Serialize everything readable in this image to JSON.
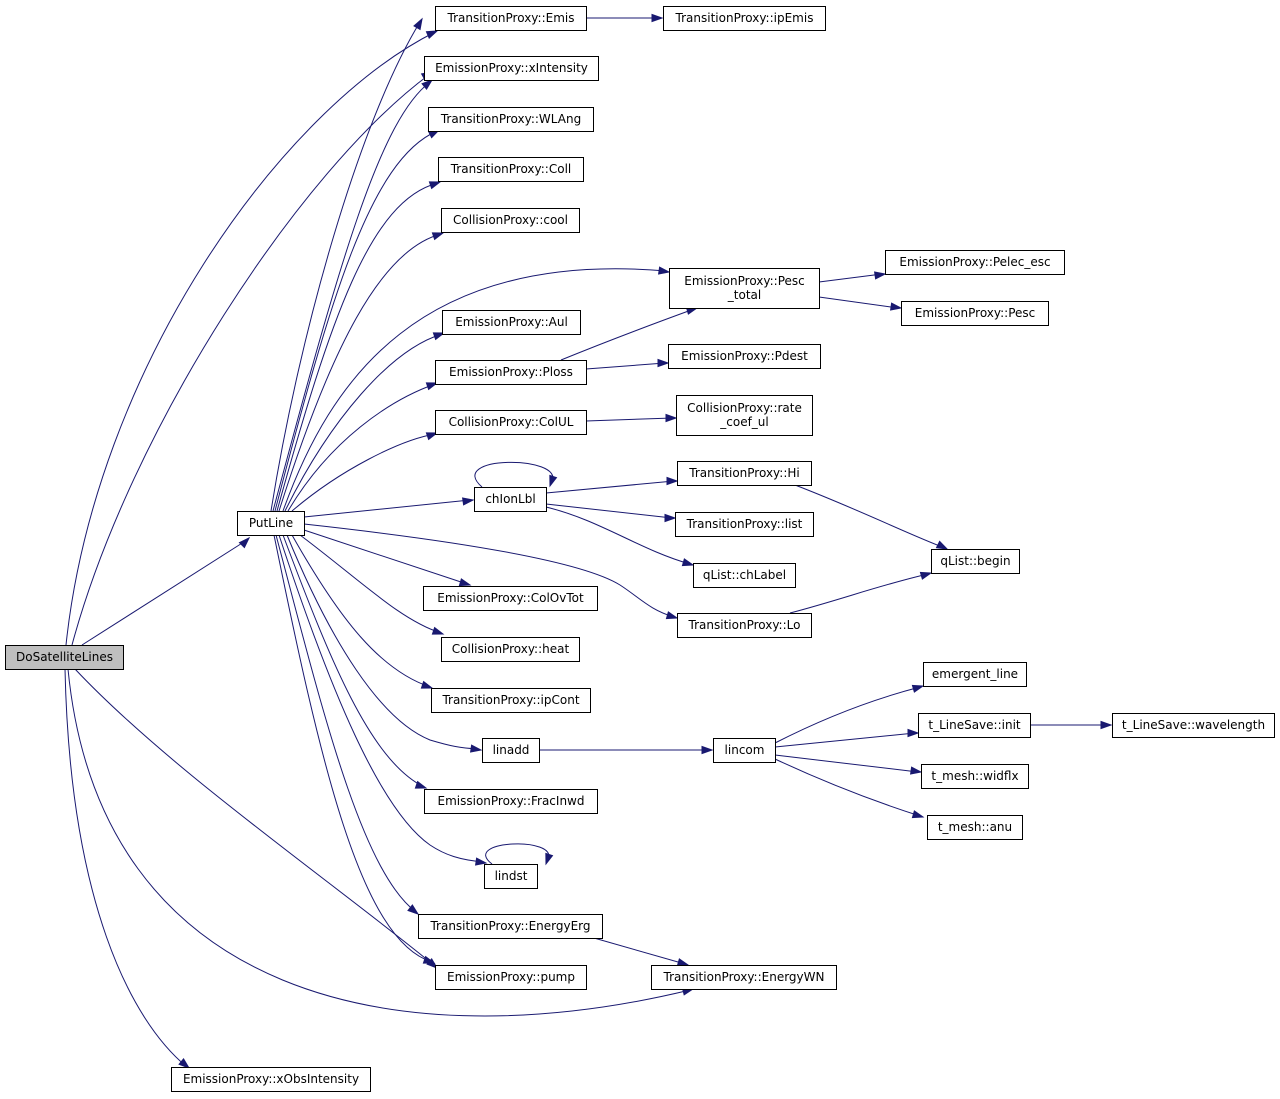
{
  "diagram": {
    "nodes": [
      {
        "id": "dosat",
        "lines": [
          "DoSatelliteLines"
        ],
        "root": true
      },
      {
        "id": "putline",
        "lines": [
          "PutLine"
        ]
      },
      {
        "id": "emis",
        "lines": [
          "TransitionProxy::Emis"
        ]
      },
      {
        "id": "ipemis",
        "lines": [
          "TransitionProxy::ipEmis"
        ]
      },
      {
        "id": "xintensity",
        "lines": [
          "EmissionProxy::xIntensity"
        ]
      },
      {
        "id": "wlang",
        "lines": [
          "TransitionProxy::WLAng"
        ]
      },
      {
        "id": "coll",
        "lines": [
          "TransitionProxy::Coll"
        ]
      },
      {
        "id": "cool",
        "lines": [
          "CollisionProxy::cool"
        ]
      },
      {
        "id": "pesctotal",
        "lines": [
          "EmissionProxy::Pesc",
          "_total"
        ]
      },
      {
        "id": "pelecesc",
        "lines": [
          "EmissionProxy::Pelec_esc"
        ]
      },
      {
        "id": "pesc",
        "lines": [
          "EmissionProxy::Pesc"
        ]
      },
      {
        "id": "aul",
        "lines": [
          "EmissionProxy::Aul"
        ]
      },
      {
        "id": "ploss",
        "lines": [
          "EmissionProxy::Ploss"
        ]
      },
      {
        "id": "pdest",
        "lines": [
          "EmissionProxy::Pdest"
        ]
      },
      {
        "id": "colul",
        "lines": [
          "CollisionProxy::ColUL"
        ]
      },
      {
        "id": "ratecoef",
        "lines": [
          "CollisionProxy::rate",
          "_coef_ul"
        ]
      },
      {
        "id": "chionlbl",
        "lines": [
          "chIonLbl"
        ]
      },
      {
        "id": "hi",
        "lines": [
          "TransitionProxy::Hi"
        ]
      },
      {
        "id": "list",
        "lines": [
          "TransitionProxy::list"
        ]
      },
      {
        "id": "chlabel",
        "lines": [
          "qList::chLabel"
        ]
      },
      {
        "id": "begin",
        "lines": [
          "qList::begin"
        ]
      },
      {
        "id": "colovtot",
        "lines": [
          "EmissionProxy::ColOvTot"
        ]
      },
      {
        "id": "lo",
        "lines": [
          "TransitionProxy::Lo"
        ]
      },
      {
        "id": "heat",
        "lines": [
          "CollisionProxy::heat"
        ]
      },
      {
        "id": "ipcont",
        "lines": [
          "TransitionProxy::ipCont"
        ]
      },
      {
        "id": "emergent",
        "lines": [
          "emergent_line"
        ]
      },
      {
        "id": "linadd",
        "lines": [
          "linadd"
        ]
      },
      {
        "id": "lincom",
        "lines": [
          "lincom"
        ]
      },
      {
        "id": "lsinit",
        "lines": [
          "t_LineSave::init"
        ]
      },
      {
        "id": "wavelength",
        "lines": [
          "t_LineSave::wavelength"
        ]
      },
      {
        "id": "widflx",
        "lines": [
          "t_mesh::widflx"
        ]
      },
      {
        "id": "anu",
        "lines": [
          "t_mesh::anu"
        ]
      },
      {
        "id": "fracinwd",
        "lines": [
          "EmissionProxy::FracInwd"
        ]
      },
      {
        "id": "lindst",
        "lines": [
          "lindst"
        ]
      },
      {
        "id": "energyerg",
        "lines": [
          "TransitionProxy::EnergyErg"
        ]
      },
      {
        "id": "pump",
        "lines": [
          "EmissionProxy::pump"
        ]
      },
      {
        "id": "energywn",
        "lines": [
          "TransitionProxy::EnergyWN"
        ]
      },
      {
        "id": "xobs",
        "lines": [
          "EmissionProxy::xObsIntensity"
        ]
      }
    ]
  },
  "colors": {
    "edge": "#191970",
    "root_fill": "#bfbfbf",
    "node_fill": "#ffffff",
    "node_stroke": "#000000"
  }
}
